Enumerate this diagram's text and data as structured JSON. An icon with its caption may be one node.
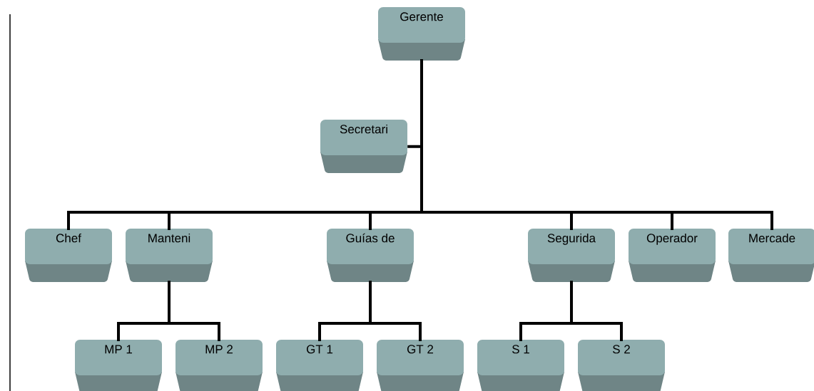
{
  "diagram": {
    "nodes": [
      {
        "text": [
          "Gerente"
        ]
      },
      {
        "text": [
          "Secretari"
        ]
      },
      {
        "text": [
          "Chef"
        ]
      },
      {
        "text": [
          "Manteni"
        ]
      },
      {
        "text": [
          "Guías de"
        ]
      },
      {
        "text": [
          "Segurida"
        ]
      },
      {
        "text": [
          "Operador"
        ]
      },
      {
        "text": [
          "Mercade"
        ]
      },
      {
        "text": [
          "MP 1"
        ]
      },
      {
        "text": [
          "MP 2"
        ]
      },
      {
        "text": [
          "GT 1"
        ]
      },
      {
        "text": [
          "GT 2"
        ]
      },
      {
        "text": [
          "S 1"
        ]
      },
      {
        "text": [
          "S 2"
        ]
      }
    ],
    "edges": [
      {
        "from": 0,
        "to": 1,
        "arrow": "none"
      },
      {
        "from": 0,
        "to": 2,
        "arrow": "none"
      },
      {
        "from": 0,
        "to": 3,
        "arrow": "none"
      },
      {
        "from": 0,
        "to": 4,
        "arrow": "none"
      },
      {
        "from": 0,
        "to": 5,
        "arrow": "none"
      },
      {
        "from": 0,
        "to": 6,
        "arrow": "none"
      },
      {
        "from": 0,
        "to": 7,
        "arrow": "none"
      },
      {
        "from": 3,
        "to": 8,
        "arrow": "none"
      },
      {
        "from": 3,
        "to": 9,
        "arrow": "none"
      },
      {
        "from": 4,
        "to": 10,
        "arrow": "none"
      },
      {
        "from": 4,
        "to": 11,
        "arrow": "none"
      },
      {
        "from": 5,
        "to": 12,
        "arrow": "none"
      },
      {
        "from": 5,
        "to": 13,
        "arrow": "none"
      }
    ]
  }
}
